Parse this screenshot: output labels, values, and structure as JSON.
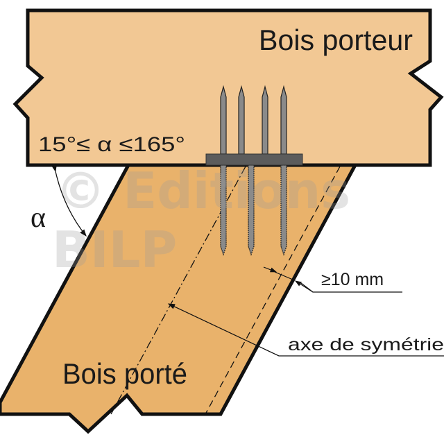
{
  "labels": {
    "top_beam": "Bois porteur",
    "bottom_beam": "Bois porté",
    "angle_range": "15°≤ α ≤165°",
    "angle_symbol": "α",
    "edge_distance": "≥10 mm",
    "symmetry_axis": "axe de symétrie"
  },
  "watermark": {
    "line1": "© Editions",
    "line2": "BILP"
  },
  "colors": {
    "top_wood": "#f2c894",
    "bottom_wood": "#e9b26b",
    "outline": "#111111",
    "steel": "#7a7a7a",
    "plate": "#5c5c5c"
  }
}
